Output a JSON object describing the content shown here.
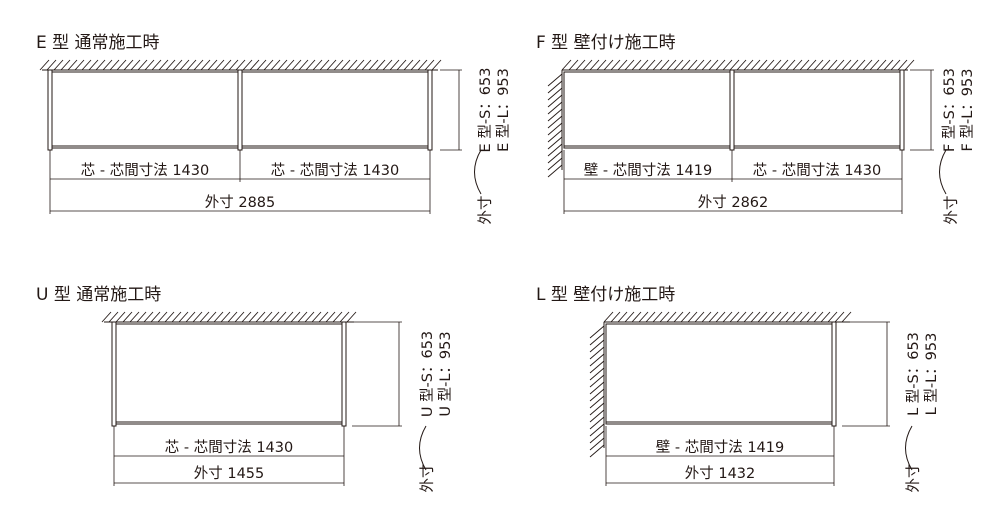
{
  "diagrams": [
    {
      "id": "e",
      "title": "E 型 通常施工時",
      "spans": [
        "芯 - 芯間寸法 1430",
        "芯 - 芯間寸法 1430"
      ],
      "total": "外寸 2885",
      "heights": [
        "E 型-S：653",
        "E 型-L：953"
      ],
      "height_prefix": "外寸"
    },
    {
      "id": "f",
      "title": "F 型 壁付け施工時",
      "spans": [
        "壁 - 芯間寸法 1419",
        "芯 - 芯間寸法 1430"
      ],
      "total": "外寸 2862",
      "heights": [
        "F 型-S：653",
        "F 型-L：953"
      ],
      "height_prefix": "外寸"
    },
    {
      "id": "u",
      "title": "U 型 通常施工時",
      "spans": [
        "芯 - 芯間寸法 1430"
      ],
      "total": "外寸 1455",
      "heights": [
        "U 型-S：653",
        "U 型-L：953"
      ],
      "height_prefix": "外寸"
    },
    {
      "id": "l",
      "title": "L 型 壁付け施工時",
      "spans": [
        "壁 - 芯間寸法 1419"
      ],
      "total": "外寸 1432",
      "heights": [
        "L 型-S：653",
        "L 型-L：953"
      ],
      "height_prefix": "外寸"
    }
  ]
}
